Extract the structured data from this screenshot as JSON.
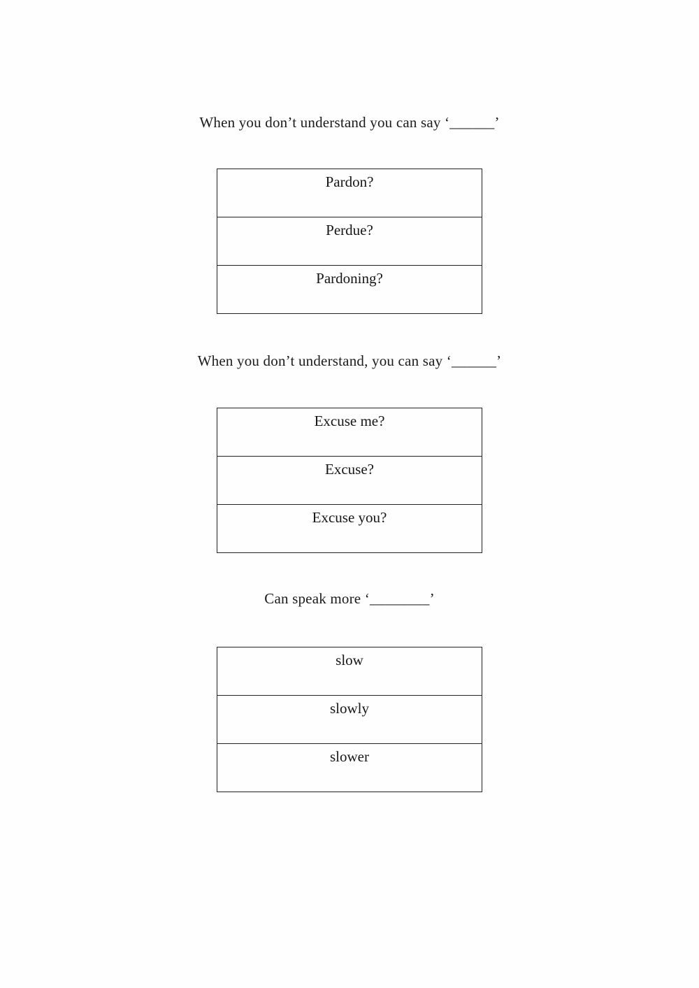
{
  "page": {
    "background": "#ffffff",
    "text_color": "#1b1b1b",
    "border_color": "#222222"
  },
  "sections": [
    {
      "prompt": "When you don’t understand you can say ‘______’",
      "options": [
        "Pardon?",
        "Perdue?",
        "Pardoning?"
      ]
    },
    {
      "prompt": "When you don’t understand, you can say ‘______’",
      "options": [
        "Excuse me?",
        "Excuse?",
        "Excuse you?"
      ]
    },
    {
      "prompt": "Can speak more ‘________’",
      "options": [
        "slow",
        "slowly",
        "slower"
      ]
    }
  ]
}
